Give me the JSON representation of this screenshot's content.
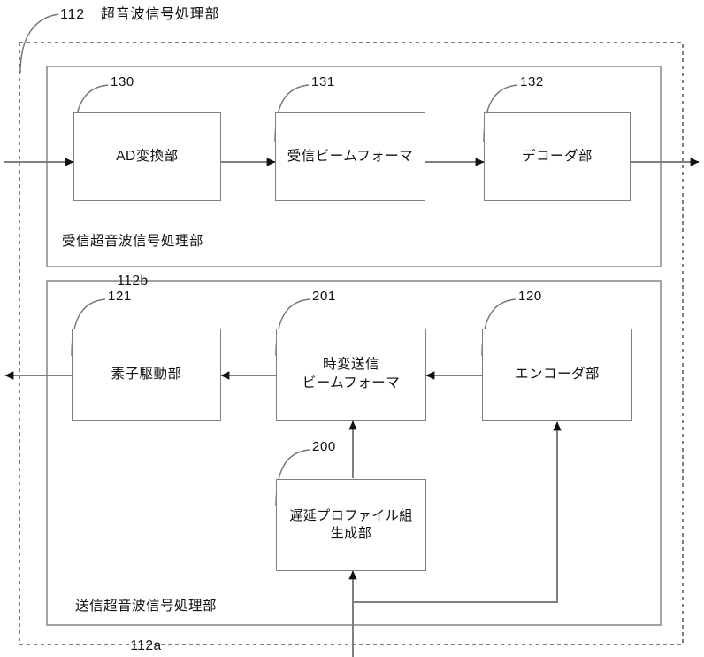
{
  "figure": {
    "title_ref": "112",
    "title_text": "超音波信号処理部",
    "outer_boundary_style": "dashed"
  },
  "groups": [
    {
      "id": "receive-group",
      "label": "受信超音波信号処理部",
      "ref": "112b"
    },
    {
      "id": "transmit-group",
      "label": "送信超音波信号処理部",
      "ref": "112a"
    }
  ],
  "blocks": [
    {
      "id": "ad-converter",
      "ref": "130",
      "label": "AD変換部"
    },
    {
      "id": "receive-beamformer",
      "ref": "131",
      "label": "受信ビームフォーマ"
    },
    {
      "id": "decoder",
      "ref": "132",
      "label": "デコーダ部"
    },
    {
      "id": "element-driver",
      "ref": "121",
      "label": "素子駆動部"
    },
    {
      "id": "time-varying-transmit-beamformer",
      "ref": "201",
      "label": "時変送信\nビームフォーマ"
    },
    {
      "id": "encoder",
      "ref": "120",
      "label": "エンコーダ部"
    },
    {
      "id": "delay-profile-set-generator",
      "ref": "200",
      "label": "遅延プロファイル組\n生成部"
    }
  ],
  "connections": [
    {
      "from": "external-left",
      "to": "ad-converter",
      "direction": "right"
    },
    {
      "from": "ad-converter",
      "to": "receive-beamformer",
      "direction": "right"
    },
    {
      "from": "receive-beamformer",
      "to": "decoder",
      "direction": "right"
    },
    {
      "from": "decoder",
      "to": "external-right",
      "direction": "right"
    },
    {
      "from": "time-varying-transmit-beamformer",
      "to": "element-driver",
      "direction": "left"
    },
    {
      "from": "element-driver",
      "to": "external-left",
      "direction": "left"
    },
    {
      "from": "encoder",
      "to": "time-varying-transmit-beamformer",
      "direction": "left"
    },
    {
      "from": "delay-profile-set-generator",
      "to": "time-varying-transmit-beamformer",
      "direction": "up"
    },
    {
      "from": "external-bottom",
      "to": "delay-profile-set-generator",
      "direction": "up"
    },
    {
      "from": "external-bottom",
      "to": "encoder",
      "direction": "up"
    }
  ],
  "colors": {
    "line": "#808080",
    "arrowhead": "#111111",
    "text": "#111111",
    "background": "#ffffff"
  }
}
